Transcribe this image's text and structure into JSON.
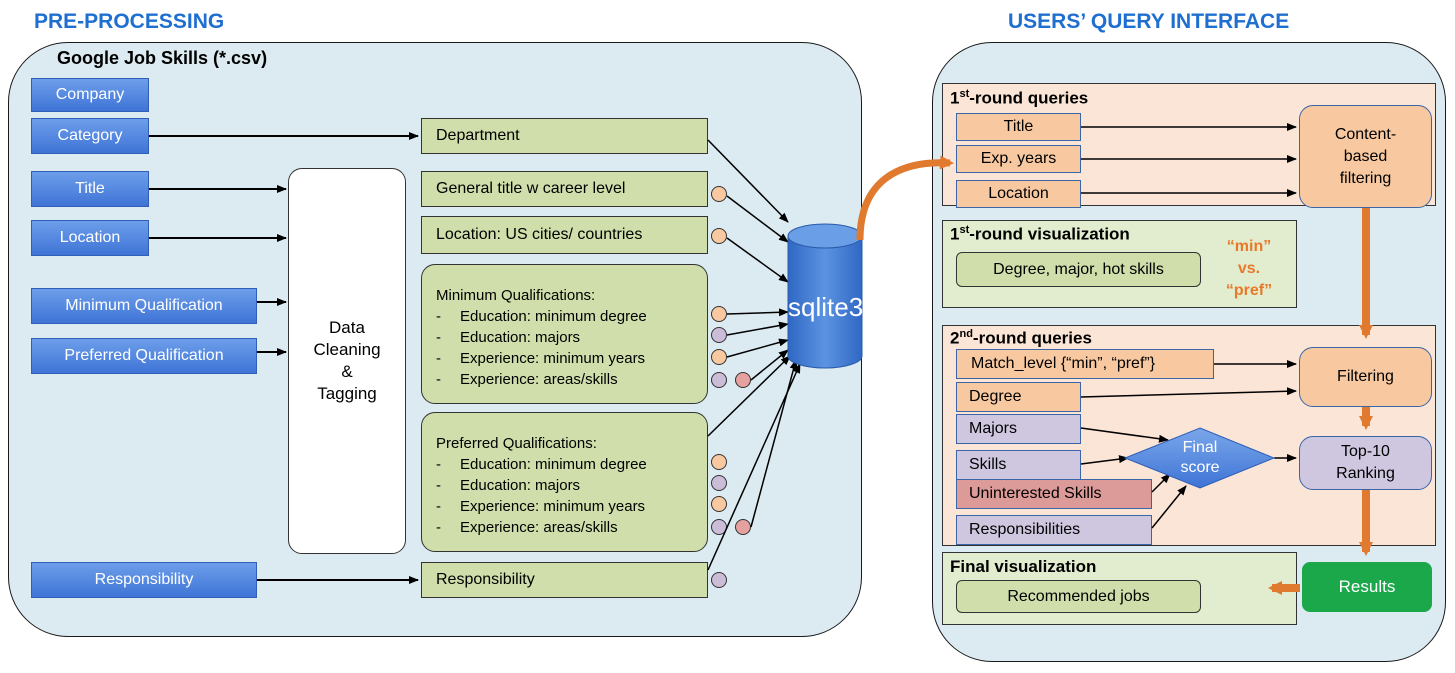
{
  "headings": {
    "preprocessing": "PRE-PROCESSING",
    "query_interface": "USERS’ QUERY INTERFACE"
  },
  "pre": {
    "panel_title": "Google Job Skills (*.csv)",
    "inputs": {
      "company": "Company",
      "category": "Category",
      "title": "Title",
      "location": "Location",
      "min_qual": "Minimum  Qualification",
      "pref_qual": "Preferred Qualification",
      "responsibility": "Responsibility"
    },
    "cleaning": [
      "Data",
      "Cleaning",
      "&",
      "Tagging"
    ],
    "outputs": {
      "department": "Department",
      "general_title": "General title w career level",
      "location": "Location: US cities/ countries",
      "responsibility": "Responsibility"
    },
    "min_quals": {
      "title": "Minimum Qualifications:",
      "items": [
        "Education: minimum  degree",
        "Education: majors",
        "Experience: minimum years",
        "Experience: areas/skills"
      ]
    },
    "pref_quals": {
      "title": "Preferred Qualifications:",
      "items": [
        "Education: minimum  degree",
        "Education: majors",
        "Experience: minimum  years",
        "Experience: areas/skills"
      ]
    },
    "database": "sqlite3"
  },
  "query": {
    "round1": {
      "title_sup": "st",
      "title_rest": "-round queries",
      "title_num": "1",
      "inputs": [
        "Title",
        "Exp. years",
        "Location"
      ],
      "filter": [
        "Content-",
        "based",
        "filtering"
      ]
    },
    "viz1": {
      "title_num": "1",
      "title_sup": "st",
      "title_rest": "-round visualization",
      "box": "Degree, major, hot skills",
      "compare": [
        "“min”",
        "vs.",
        "“pref”"
      ]
    },
    "round2": {
      "title_num": "2",
      "title_sup": "nd",
      "title_rest": "-round queries",
      "match_level": "Match_level {“min”, “pref”}",
      "degree": "Degree",
      "majors": "Majors",
      "skills": "Skills",
      "uninterested": "Uninterested Skills",
      "responsibilities": "Responsibilities",
      "filtering": "Filtering",
      "final_score": [
        "Final",
        "score"
      ],
      "ranking": [
        "Top-10",
        "Ranking"
      ]
    },
    "final_viz": {
      "title": "Final visualization",
      "box": "Recommended jobs",
      "results": "Results"
    }
  },
  "colors": {
    "heading_blue": "#1f6fd0",
    "panel_bg": "#dcebf2",
    "input_blue": "#4a80dc",
    "green_box": "#cfdeaa",
    "orange_box": "#f8c9a0",
    "purple_box": "#cfc7e0",
    "red_box": "#dc9a98",
    "arrow_orange": "#e07a2e",
    "results_green": "#1aa84a",
    "db_blue": "#3d7bd0"
  }
}
